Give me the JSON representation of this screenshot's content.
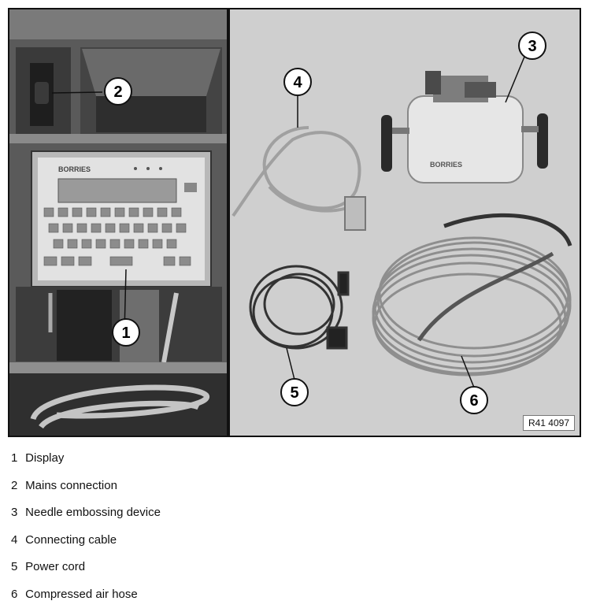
{
  "figure": {
    "reference_code": "R41 4097",
    "brand_text": "BORRIES",
    "callouts": [
      "1",
      "2",
      "3",
      "4",
      "5",
      "6"
    ]
  },
  "legend": [
    {
      "num": "1",
      "text": "Display"
    },
    {
      "num": "2",
      "text": "Mains connection"
    },
    {
      "num": "3",
      "text": "Needle embossing device"
    },
    {
      "num": "4",
      "text": "Connecting cable"
    },
    {
      "num": "5",
      "text": "Power cord"
    },
    {
      "num": "6",
      "text": "Compressed air hose"
    }
  ]
}
